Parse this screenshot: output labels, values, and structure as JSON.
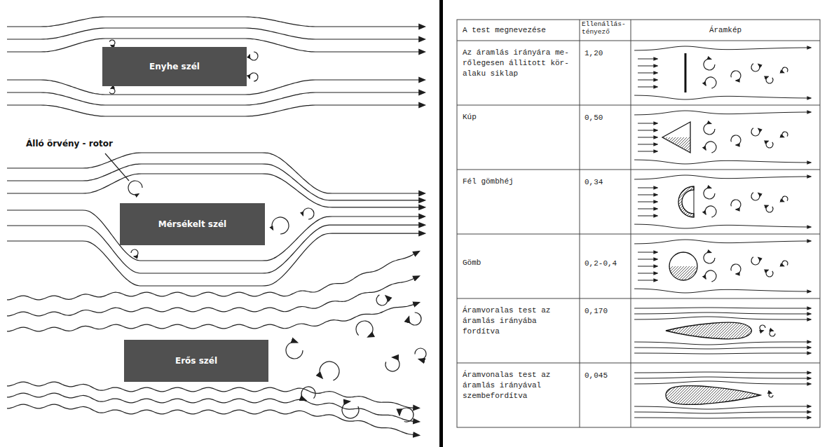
{
  "diagram": {
    "nodes": [
      {
        "text": [
          "Enyhe szél"
        ]
      },
      {
        "text": [
          "Mérsékelt szél"
        ]
      },
      {
        "text": [
          "Erős szél"
        ]
      }
    ],
    "labels": [
      "Álló örvény - rotor",
      "A test megnevezése",
      "Ellenállás- tényező",
      "Áramkép",
      "Az áramlás irányára me- rőlegesen állitott kör- alaku siklap",
      "1,20",
      "Kúp",
      "0,50",
      "Fél gömbhéj",
      "0,34",
      "Gömb",
      "0,2-0,4",
      "Áramvoralas test az áramlás irányába fordítva",
      "0,170",
      "Áramvonalas test az áramlás irányával szembefordítva",
      "0,045"
    ]
  }
}
